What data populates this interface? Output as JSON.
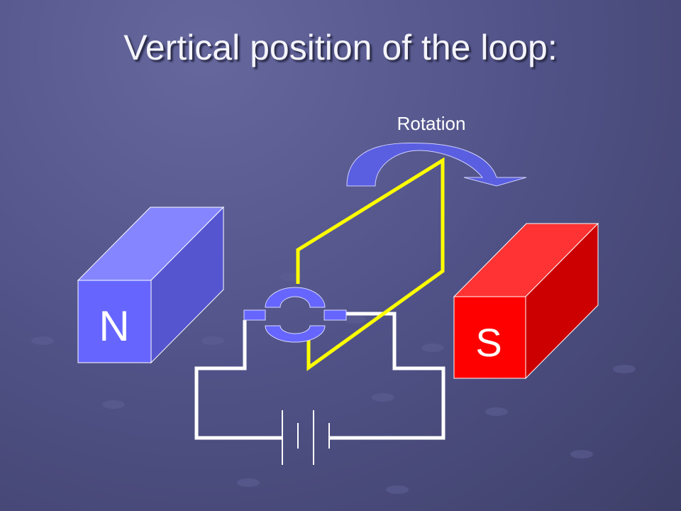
{
  "title": "Vertical position of the loop:",
  "rotation_label": "Rotation",
  "magnets": {
    "north": {
      "label": "N",
      "color": "#6666ff"
    },
    "south": {
      "label": "S",
      "color": "#ff0000"
    }
  },
  "colors": {
    "loop": "#ffff00",
    "wire": "#ffffff",
    "commutator": "#6666ff"
  }
}
